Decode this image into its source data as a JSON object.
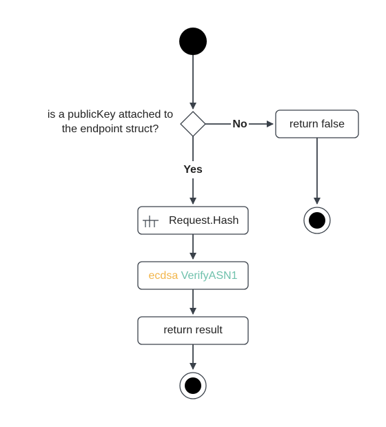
{
  "decision": {
    "question_line1": "is a publicKey attached to",
    "question_line2": "the endpoint struct?",
    "no_label": "No",
    "yes_label": "Yes"
  },
  "nodes": {
    "return_false": "return false",
    "request_hash": "Request.Hash",
    "verify_pkg": "ecdsa",
    "verify_fn": "VerifyASN1",
    "return_result": "return result"
  },
  "icons": {
    "request_hash_icon": "fork-tree-icon"
  },
  "colors": {
    "line": "#3a414a",
    "pkg_orange": "#f2b54a",
    "fn_teal": "#6fc1ac",
    "text": "#222222"
  }
}
